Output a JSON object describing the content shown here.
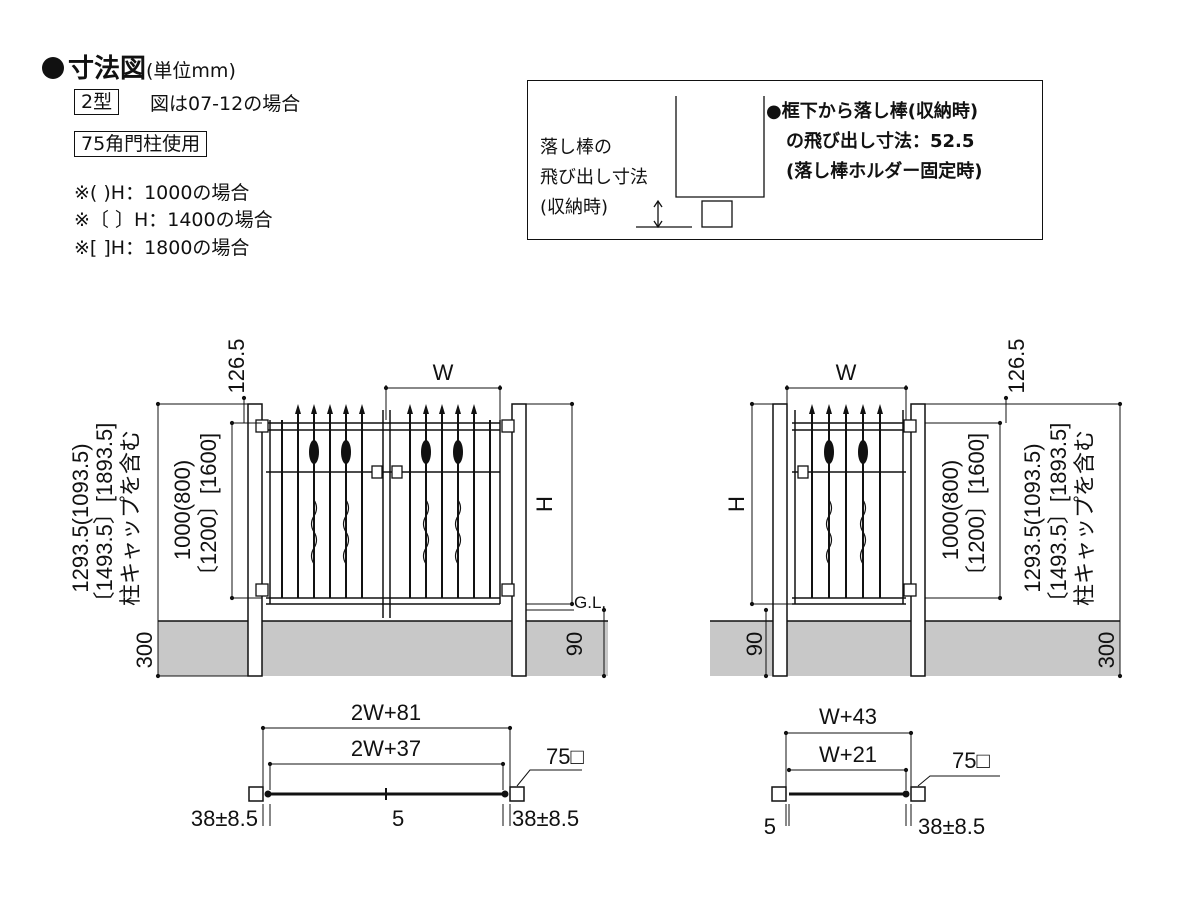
{
  "header": {
    "title": "寸法図",
    "unit": "(単位mm)",
    "type_badge": "2型",
    "type_note": "図は07-12の場合",
    "post_badge": "75角門柱使用",
    "notes": [
      "※(  )H：1000の場合",
      "※〔  〕H：1400の場合",
      "※[  ]H：1800の場合"
    ]
  },
  "infobox": {
    "left_lines": [
      "落し棒の",
      "飛び出し寸法",
      "(収納時)"
    ],
    "right_lines": [
      "●框下から落し棒(収納時)",
      "の飛び出し寸法：52.5",
      "(落し棒ホルダー固定時)"
    ]
  },
  "elevation_left": {
    "top_offset": "126.5",
    "width": "W",
    "height": "H",
    "post_heights": [
      "1293.5(1093.5)",
      "〔1493.5〕[1893.5]",
      "柱キャップを含む"
    ],
    "panel_heights": [
      "1000(800)",
      "〔1200〕[1600]"
    ],
    "ground_label": "G.L.",
    "clearance": "90",
    "embed": "300"
  },
  "elevation_right": {
    "top_offset": "126.5",
    "width": "W",
    "height": "H",
    "post_heights": [
      "1293.5(1093.5)",
      "〔1493.5〕[1893.5]",
      "柱キャップを含む"
    ],
    "panel_heights": [
      "1000(800)",
      "〔1200〕[1600]"
    ],
    "clearance": "90",
    "embed": "300"
  },
  "plan_left": {
    "outer": "2W+81",
    "inner": "2W+37",
    "post": "75□",
    "left_gap": "38±8.5",
    "center_gap": "5",
    "right_gap": "38±8.5"
  },
  "plan_right": {
    "outer": "W+43",
    "inner": "W+21",
    "post": "75□",
    "left_gap": "5",
    "right_gap": "38±8.5"
  }
}
